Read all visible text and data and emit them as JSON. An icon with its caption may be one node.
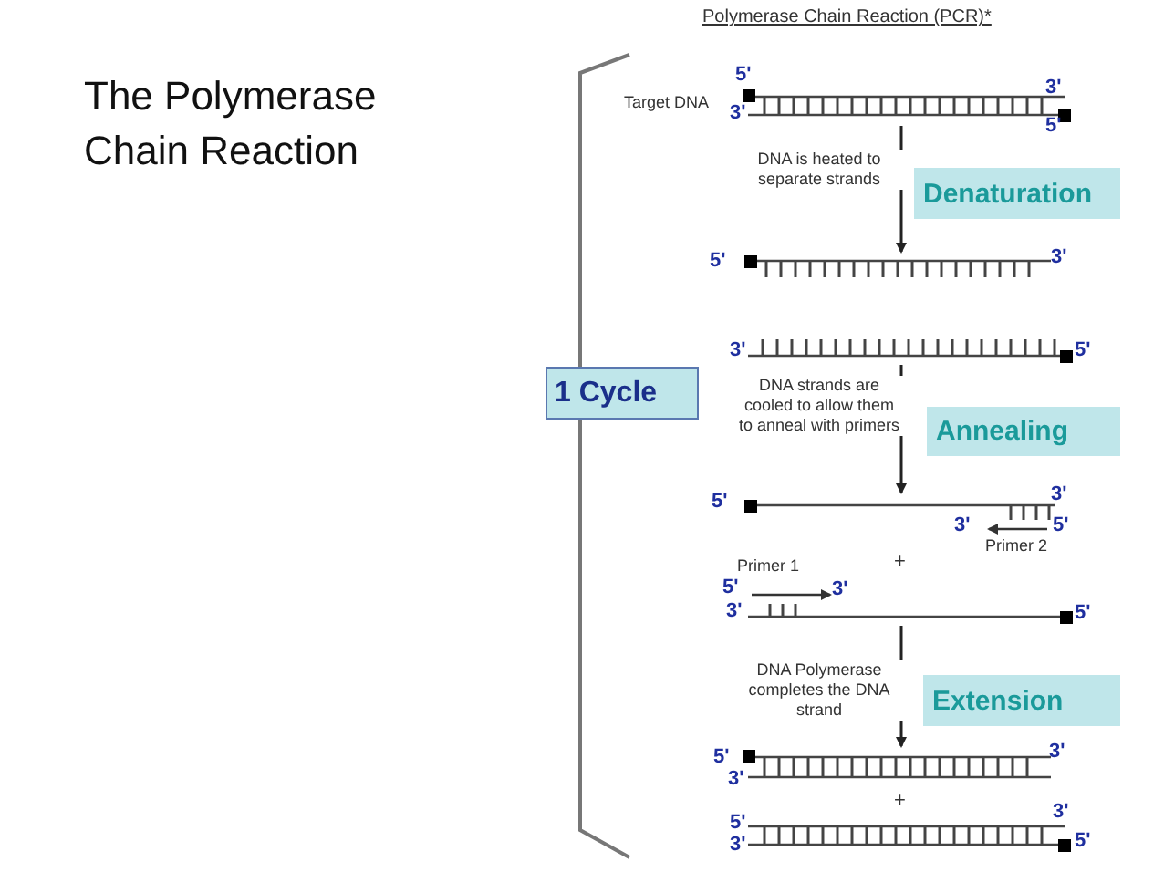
{
  "diagram": {
    "title": "The Polymerase Chain Reaction",
    "nodes": [
      {
        "text": [
          "1 Cycle"
        ]
      },
      {
        "text": [
          "Denaturation"
        ]
      },
      {
        "text": [
          "Annealing"
        ]
      },
      {
        "text": [
          "Extension"
        ]
      },
      {
        "text": [],
        "shape": "picture"
      },
      {
        "text": [],
        "shape": "picture"
      },
      {
        "text": [],
        "shape": "picture"
      },
      {
        "text": [],
        "shape": "picture"
      },
      {
        "text": [],
        "shape": "picture"
      },
      {
        "text": [],
        "shape": "picture"
      },
      {
        "text": [],
        "shape": "picture"
      }
    ],
    "edges": [
      {
        "from": 4,
        "to": 5,
        "arrow": "to",
        "label": "DNA is heated to separate strands"
      },
      {
        "from": 6,
        "to": 7,
        "arrow": "to",
        "label": "DNA strands are cooled to allow them to anneal with primers"
      },
      {
        "from": 8,
        "to": 9,
        "arrow": "to",
        "label": "DNA Polymerase completes the DNA strand"
      }
    ],
    "labels": [
      "Polymerase Chain Reaction (PCR)*",
      "5'",
      "Target DNA",
      "3'",
      "3'",
      "5'",
      "5'",
      "3'",
      "3'",
      "5'",
      "5'",
      "3'",
      "3'",
      "5'",
      "Primer 2",
      "Primer 1",
      "+",
      "5'",
      "3'",
      "3'",
      "5'",
      "5'",
      "3'",
      "3'",
      "+",
      "5'",
      "3'",
      "3'",
      "5'"
    ]
  }
}
